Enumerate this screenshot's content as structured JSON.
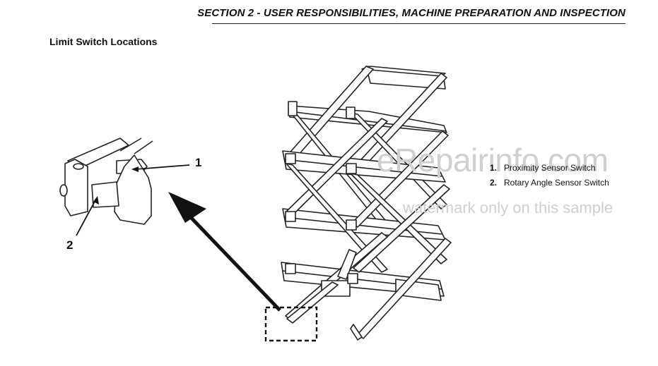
{
  "header": {
    "section_title": "SECTION 2 - USER RESPONSIBILITIES, MACHINE PREPARATION AND INSPECTION"
  },
  "page": {
    "heading": "Limit Switch Locations"
  },
  "figure": {
    "callouts": [
      "1",
      "2"
    ],
    "legend": [
      {
        "number": "1.",
        "label": "Proximity Sensor Switch"
      },
      {
        "number": "2.",
        "label": "Rotary Angle Sensor Switch"
      }
    ]
  },
  "watermark": {
    "brand": "eRepairinfo.com",
    "note": "watermark only on this sample"
  }
}
